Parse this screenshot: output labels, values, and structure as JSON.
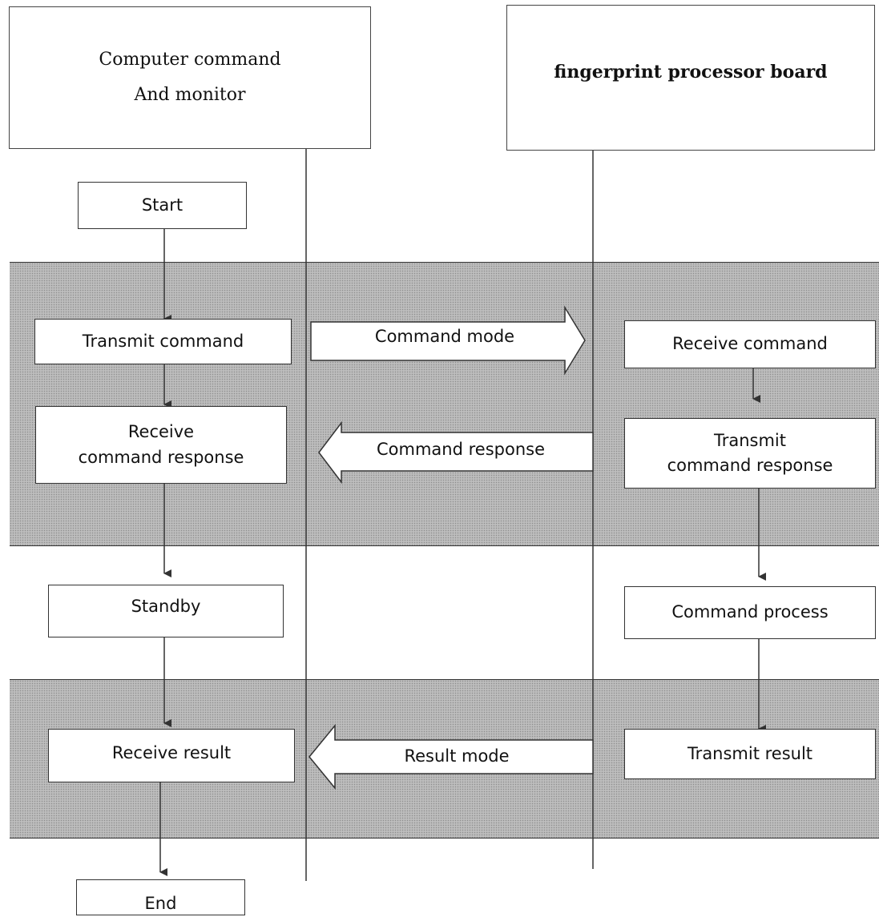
{
  "header": {
    "left_title_line1": "Computer command",
    "left_title_line2": "And monitor",
    "right_title": "fingerprint processor board"
  },
  "pc": {
    "start": "Start",
    "transmit_command": "Transmit command",
    "receive_response_line1": "Receive",
    "receive_response_line2": "command response",
    "standby": "Standby",
    "receive_result": "Receive result",
    "end": "End"
  },
  "board": {
    "receive_command": "Receive command",
    "transmit_response_line1": "Transmit",
    "transmit_response_line2": "command response",
    "command_process": "Command process",
    "transmit_result": "Transmit result"
  },
  "messages": {
    "command_mode": "Command mode",
    "command_response": "Command response",
    "result_mode": "Result mode"
  },
  "colors": {
    "band_fill": "#bdbdbd",
    "line": "#333333"
  }
}
